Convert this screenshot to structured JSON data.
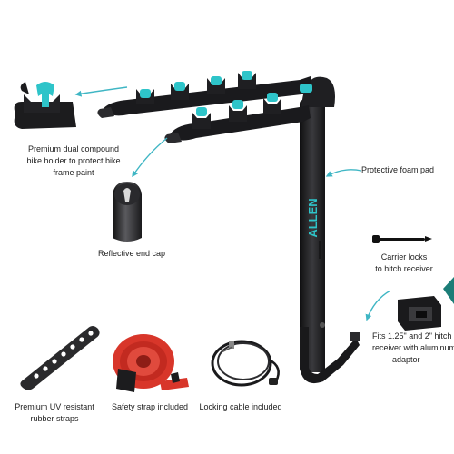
{
  "labels": {
    "bike_holder": [
      "Premium dual compound",
      "bike holder to protect bike",
      "frame paint"
    ],
    "end_cap": [
      "Reflective end cap"
    ],
    "foam_pad": [
      "Protective foam pad"
    ],
    "carrier_locks": [
      "Carrier locks",
      "to hitch receiver"
    ],
    "fits": [
      "Fits 1.25\" and 2\" hitch",
      "receiver with aluminum",
      "adaptor"
    ],
    "rubber_straps": [
      "Premium UV resistant",
      "rubber straps"
    ],
    "safety_strap": [
      "Safety strap included"
    ],
    "locking_cable": [
      "Locking cable included"
    ]
  },
  "mast_logo": "ALLEN",
  "colors": {
    "frame": "#1c1c1e",
    "accent": "#2ec4c9",
    "strap": "#d8362a",
    "arrow": "#3fb6c4"
  }
}
